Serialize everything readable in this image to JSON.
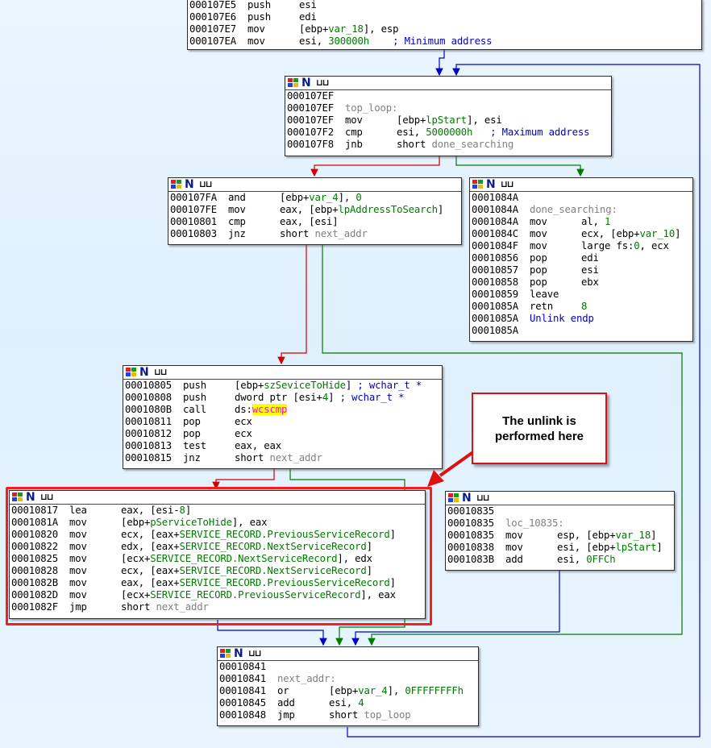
{
  "colors": {
    "true_edge": "#007a00",
    "false_edge": "#d00000",
    "jump_edge": "#0000c8",
    "highlight": "#ff1a1a"
  },
  "icons": [
    "graph-colors-icon",
    "node-n-icon",
    "wave-icon"
  ],
  "callout": {
    "line1": "The unlink is",
    "line2": "performed here"
  },
  "blocks": {
    "b0": {
      "lines": [
        {
          "addr": "000107E5",
          "mnem": "push",
          "ops": [
            {
              "t": "esi"
            }
          ]
        },
        {
          "addr": "000107E6",
          "mnem": "push",
          "ops": [
            {
              "t": "edi"
            }
          ]
        },
        {
          "addr": "000107E7",
          "mnem": "mov",
          "ops": [
            {
              "t": "[ebp+"
            },
            {
              "t": "var_18",
              "c": "green"
            },
            {
              "t": "], esp"
            }
          ]
        },
        {
          "addr": "000107EA",
          "mnem": "mov",
          "ops": [
            {
              "t": "esi, "
            },
            {
              "t": "300000h",
              "c": "green"
            },
            {
              "t": "    ",
              "c": ""
            },
            {
              "t": "; Minimum address",
              "c": "blue"
            }
          ]
        }
      ]
    },
    "b1": {
      "lines": [
        {
          "addr": "000107EF",
          "mnem": "",
          "ops": []
        },
        {
          "addr": "000107EF",
          "mnem": "",
          "ops": [
            {
              "t": "top_loop:",
              "c": "grey"
            }
          ],
          "label": true
        },
        {
          "addr": "000107EF",
          "mnem": "mov",
          "ops": [
            {
              "t": "[ebp+"
            },
            {
              "t": "lpStart",
              "c": "green"
            },
            {
              "t": "], esi"
            }
          ]
        },
        {
          "addr": "000107F2",
          "mnem": "cmp",
          "ops": [
            {
              "t": "esi, "
            },
            {
              "t": "5000000h",
              "c": "green"
            },
            {
              "t": "   "
            },
            {
              "t": "; Maximum address",
              "c": "blue"
            }
          ]
        },
        {
          "addr": "000107F8",
          "mnem": "jnb",
          "ops": [
            {
              "t": "short "
            },
            {
              "t": "done_searching",
              "c": "grey"
            }
          ]
        }
      ]
    },
    "b2": {
      "lines": [
        {
          "addr": "000107FA",
          "mnem": "and",
          "ops": [
            {
              "t": "[ebp+"
            },
            {
              "t": "var_4",
              "c": "green"
            },
            {
              "t": "], "
            },
            {
              "t": "0",
              "c": "green"
            }
          ]
        },
        {
          "addr": "000107FE",
          "mnem": "mov",
          "ops": [
            {
              "t": "eax, [ebp+"
            },
            {
              "t": "lpAddressToSearch",
              "c": "green"
            },
            {
              "t": "]"
            }
          ]
        },
        {
          "addr": "00010801",
          "mnem": "cmp",
          "ops": [
            {
              "t": "eax, [esi]"
            }
          ]
        },
        {
          "addr": "00010803",
          "mnem": "jnz",
          "ops": [
            {
              "t": "short "
            },
            {
              "t": "next_addr",
              "c": "grey"
            }
          ]
        }
      ]
    },
    "b3": {
      "lines": [
        {
          "addr": "0001084A",
          "mnem": "",
          "ops": []
        },
        {
          "addr": "0001084A",
          "mnem": "",
          "ops": [
            {
              "t": "done_searching:",
              "c": "grey"
            }
          ],
          "label": true
        },
        {
          "addr": "0001084A",
          "mnem": "mov",
          "ops": [
            {
              "t": "al, "
            },
            {
              "t": "1",
              "c": "green"
            }
          ]
        },
        {
          "addr": "0001084C",
          "mnem": "mov",
          "ops": [
            {
              "t": "ecx, [ebp+"
            },
            {
              "t": "var_10",
              "c": "green"
            },
            {
              "t": "]"
            }
          ]
        },
        {
          "addr": "0001084F",
          "mnem": "mov",
          "ops": [
            {
              "t": "large fs:"
            },
            {
              "t": "0",
              "c": "green"
            },
            {
              "t": ", ecx"
            }
          ]
        },
        {
          "addr": "00010856",
          "mnem": "pop",
          "ops": [
            {
              "t": "edi"
            }
          ]
        },
        {
          "addr": "00010857",
          "mnem": "pop",
          "ops": [
            {
              "t": "esi"
            }
          ]
        },
        {
          "addr": "00010858",
          "mnem": "pop",
          "ops": [
            {
              "t": "ebx"
            }
          ]
        },
        {
          "addr": "00010859",
          "mnem": "leave",
          "ops": []
        },
        {
          "addr": "0001085A",
          "mnem": "retn",
          "ops": [
            {
              "t": "8",
              "c": "green"
            }
          ]
        },
        {
          "addr": "0001085A",
          "mnem": "",
          "ops": [
            {
              "t": "Unlink endp",
              "c": "blue"
            }
          ],
          "label": true
        },
        {
          "addr": "0001085A",
          "mnem": "",
          "ops": []
        }
      ]
    },
    "b4": {
      "lines": [
        {
          "addr": "00010805",
          "mnem": "push",
          "ops": [
            {
              "t": "[ebp+"
            },
            {
              "t": "szSeviceToHide",
              "c": "green"
            },
            {
              "t": "] "
            },
            {
              "t": "; wchar_t *",
              "c": "blue"
            }
          ]
        },
        {
          "addr": "00010808",
          "mnem": "push",
          "ops": [
            {
              "t": "dword ptr [esi+"
            },
            {
              "t": "4",
              "c": "green"
            },
            {
              "t": "] "
            },
            {
              "t": "; wchar_t *",
              "c": "blue"
            }
          ]
        },
        {
          "addr": "0001080B",
          "mnem": "call",
          "ops": [
            {
              "t": "ds:"
            },
            {
              "t": "wcscmp",
              "c": "hl"
            }
          ]
        },
        {
          "addr": "00010811",
          "mnem": "pop",
          "ops": [
            {
              "t": "ecx"
            }
          ]
        },
        {
          "addr": "00010812",
          "mnem": "pop",
          "ops": [
            {
              "t": "ecx"
            }
          ]
        },
        {
          "addr": "00010813",
          "mnem": "test",
          "ops": [
            {
              "t": "eax, eax"
            }
          ]
        },
        {
          "addr": "00010815",
          "mnem": "jnz",
          "ops": [
            {
              "t": "short "
            },
            {
              "t": "next_addr",
              "c": "grey"
            }
          ]
        }
      ]
    },
    "b5": {
      "lines": [
        {
          "addr": "00010817",
          "mnem": "lea",
          "ops": [
            {
              "t": "eax, [esi-"
            },
            {
              "t": "8",
              "c": "green"
            },
            {
              "t": "]"
            }
          ]
        },
        {
          "addr": "0001081A",
          "mnem": "mov",
          "ops": [
            {
              "t": "[ebp+"
            },
            {
              "t": "pServiceToHide",
              "c": "green"
            },
            {
              "t": "], eax"
            }
          ]
        },
        {
          "addr": "00010820",
          "mnem": "mov",
          "ops": [
            {
              "t": "ecx, [eax+"
            },
            {
              "t": "SERVICE_RECORD.PreviousServiceRecord",
              "c": "green"
            },
            {
              "t": "]"
            }
          ]
        },
        {
          "addr": "00010822",
          "mnem": "mov",
          "ops": [
            {
              "t": "edx, [eax+"
            },
            {
              "t": "SERVICE_RECORD.NextServiceRecord",
              "c": "green"
            },
            {
              "t": "]"
            }
          ]
        },
        {
          "addr": "00010825",
          "mnem": "mov",
          "ops": [
            {
              "t": "[ecx+"
            },
            {
              "t": "SERVICE_RECORD.NextServiceRecord",
              "c": "green"
            },
            {
              "t": "], edx"
            }
          ]
        },
        {
          "addr": "00010828",
          "mnem": "mov",
          "ops": [
            {
              "t": "ecx, [eax+"
            },
            {
              "t": "SERVICE_RECORD.NextServiceRecord",
              "c": "green"
            },
            {
              "t": "]"
            }
          ]
        },
        {
          "addr": "0001082B",
          "mnem": "mov",
          "ops": [
            {
              "t": "eax, [eax+"
            },
            {
              "t": "SERVICE_RECORD.PreviousServiceRecord",
              "c": "green"
            },
            {
              "t": "]"
            }
          ]
        },
        {
          "addr": "0001082D",
          "mnem": "mov",
          "ops": [
            {
              "t": "[ecx+"
            },
            {
              "t": "SERVICE_RECORD.PreviousServiceRecord",
              "c": "green"
            },
            {
              "t": "], eax"
            }
          ]
        },
        {
          "addr": "0001082F",
          "mnem": "jmp",
          "ops": [
            {
              "t": "short "
            },
            {
              "t": "next_addr",
              "c": "grey"
            }
          ]
        }
      ]
    },
    "b6": {
      "lines": [
        {
          "addr": "00010835",
          "mnem": "",
          "ops": []
        },
        {
          "addr": "00010835",
          "mnem": "",
          "ops": [
            {
              "t": "loc_10835:",
              "c": "grey"
            }
          ],
          "label": true
        },
        {
          "addr": "00010835",
          "mnem": "mov",
          "ops": [
            {
              "t": "esp, [ebp+"
            },
            {
              "t": "var_18",
              "c": "green"
            },
            {
              "t": "]"
            }
          ]
        },
        {
          "addr": "00010838",
          "mnem": "mov",
          "ops": [
            {
              "t": "esi, [ebp+"
            },
            {
              "t": "lpStart",
              "c": "green"
            },
            {
              "t": "]"
            }
          ]
        },
        {
          "addr": "0001083B",
          "mnem": "add",
          "ops": [
            {
              "t": "esi, "
            },
            {
              "t": "0FFCh",
              "c": "green"
            }
          ]
        }
      ]
    },
    "b7": {
      "lines": [
        {
          "addr": "00010841",
          "mnem": "",
          "ops": []
        },
        {
          "addr": "00010841",
          "mnem": "",
          "ops": [
            {
              "t": "next_addr:",
              "c": "grey"
            }
          ],
          "label": true
        },
        {
          "addr": "00010841",
          "mnem": "or",
          "ops": [
            {
              "t": "[ebp+"
            },
            {
              "t": "var_4",
              "c": "green"
            },
            {
              "t": "], "
            },
            {
              "t": "0FFFFFFFFh",
              "c": "green"
            }
          ]
        },
        {
          "addr": "00010845",
          "mnem": "add",
          "ops": [
            {
              "t": "esi, "
            },
            {
              "t": "4",
              "c": "green"
            }
          ]
        },
        {
          "addr": "00010848",
          "mnem": "jmp",
          "ops": [
            {
              "t": "short "
            },
            {
              "t": "top_loop",
              "c": "grey"
            }
          ]
        }
      ]
    }
  }
}
